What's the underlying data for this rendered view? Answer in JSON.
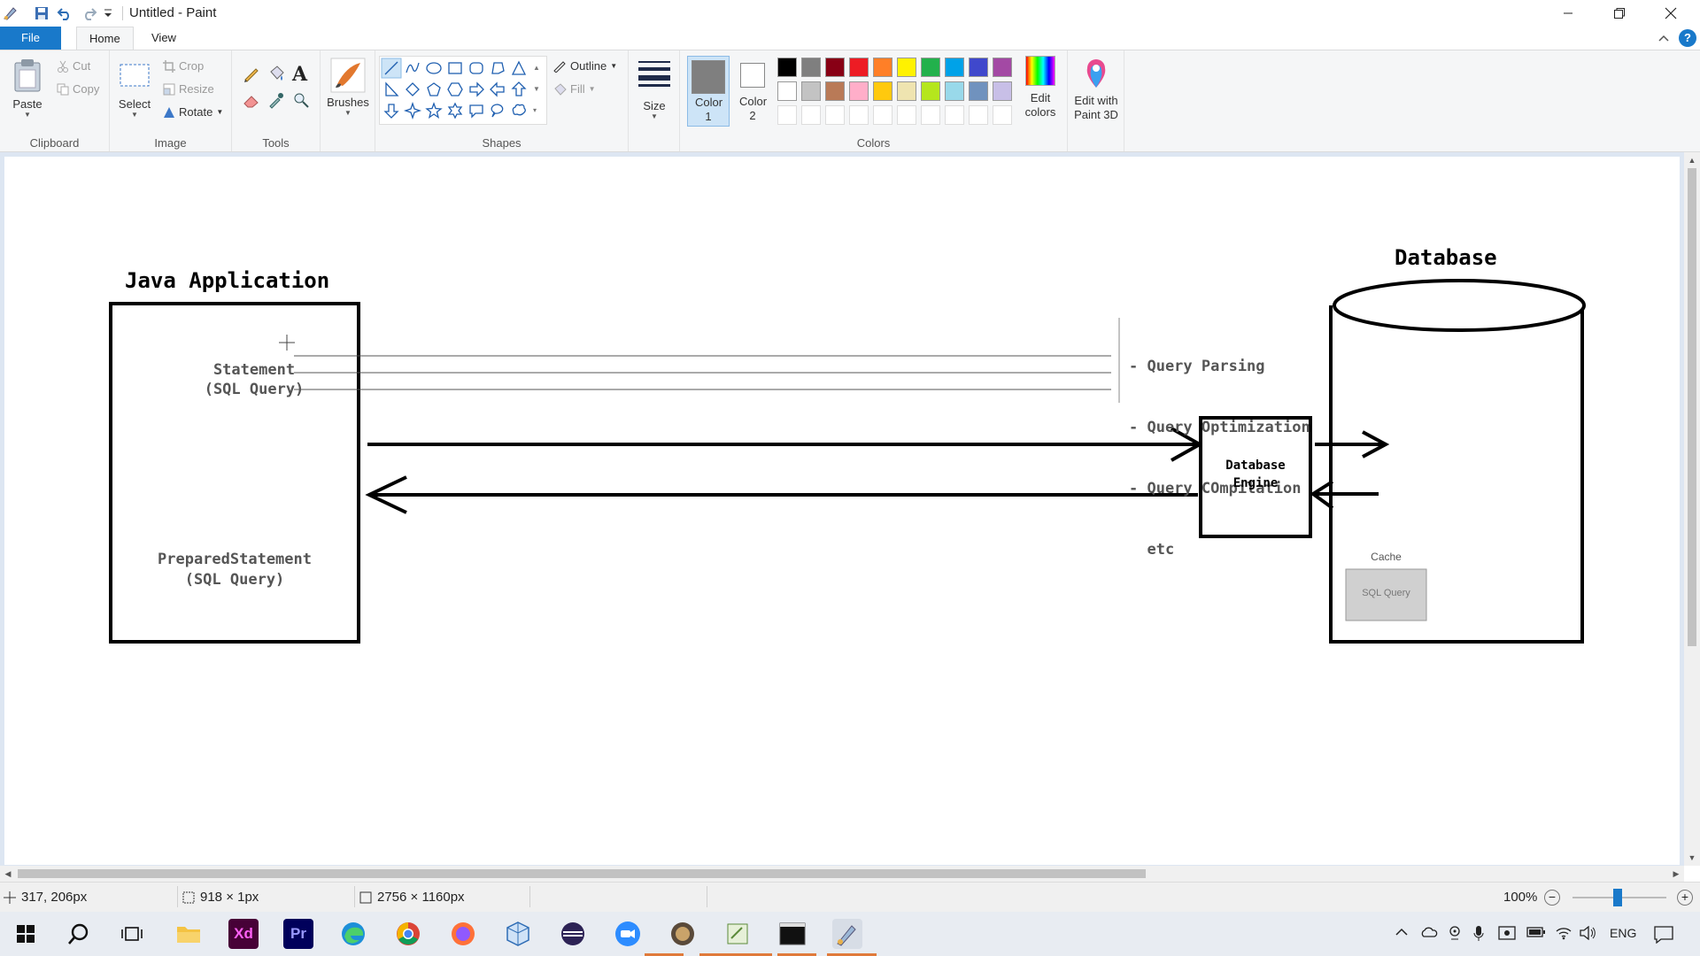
{
  "window": {
    "title": "Untitled - Paint"
  },
  "tabs": {
    "file": "File",
    "home": "Home",
    "view": "View"
  },
  "clipboard": {
    "paste": "Paste",
    "cut": "Cut",
    "copy": "Copy",
    "label": "Clipboard"
  },
  "image": {
    "select": "Select",
    "crop": "Crop",
    "resize": "Resize",
    "rotate": "Rotate",
    "label": "Image"
  },
  "tools": {
    "label": "Tools"
  },
  "brushes": {
    "label": "Brushes"
  },
  "shapes": {
    "outline": "Outline",
    "fill": "Fill",
    "label": "Shapes"
  },
  "size": {
    "label": "Size"
  },
  "colors": {
    "color1": "Color 1",
    "color2": "Color 2",
    "edit_colors": "Edit colors",
    "label": "Colors",
    "color1_value": "#7f7f7f",
    "color2_value": "#ffffff",
    "palette_row1": [
      "#000000",
      "#7f7f7f",
      "#880015",
      "#ed1c24",
      "#ff7f27",
      "#fff200",
      "#22b14c",
      "#00a2e8",
      "#3f48cc",
      "#a349a4"
    ],
    "palette_row2": [
      "#ffffff",
      "#c3c3c3",
      "#b97a57",
      "#ffaec9",
      "#ffc90e",
      "#efe4b0",
      "#b5e61d",
      "#99d9ea",
      "#7092be",
      "#c8bfe7"
    ]
  },
  "paint3d": {
    "label": "Edit with Paint 3D"
  },
  "drawing": {
    "java_title": "Java Application",
    "statement": "Statement",
    "statement_sub": "(SQL Query)",
    "prepared": "PreparedStatement",
    "prepared_sub": "(SQL Query)",
    "db_title": "Database",
    "engine_line1": "Database",
    "engine_line2": "Engine",
    "steps": [
      "- Query Parsing",
      "- Query Optimization",
      "- Query COmpilation",
      "  etc"
    ],
    "cache_label": "Cache",
    "cache_item": "SQL Query"
  },
  "status": {
    "cursor": "317, 206px",
    "selection": "918 × 1px",
    "image_size": "2756 × 1160px",
    "zoom": "100%"
  },
  "tray": {
    "lang": "ENG"
  }
}
